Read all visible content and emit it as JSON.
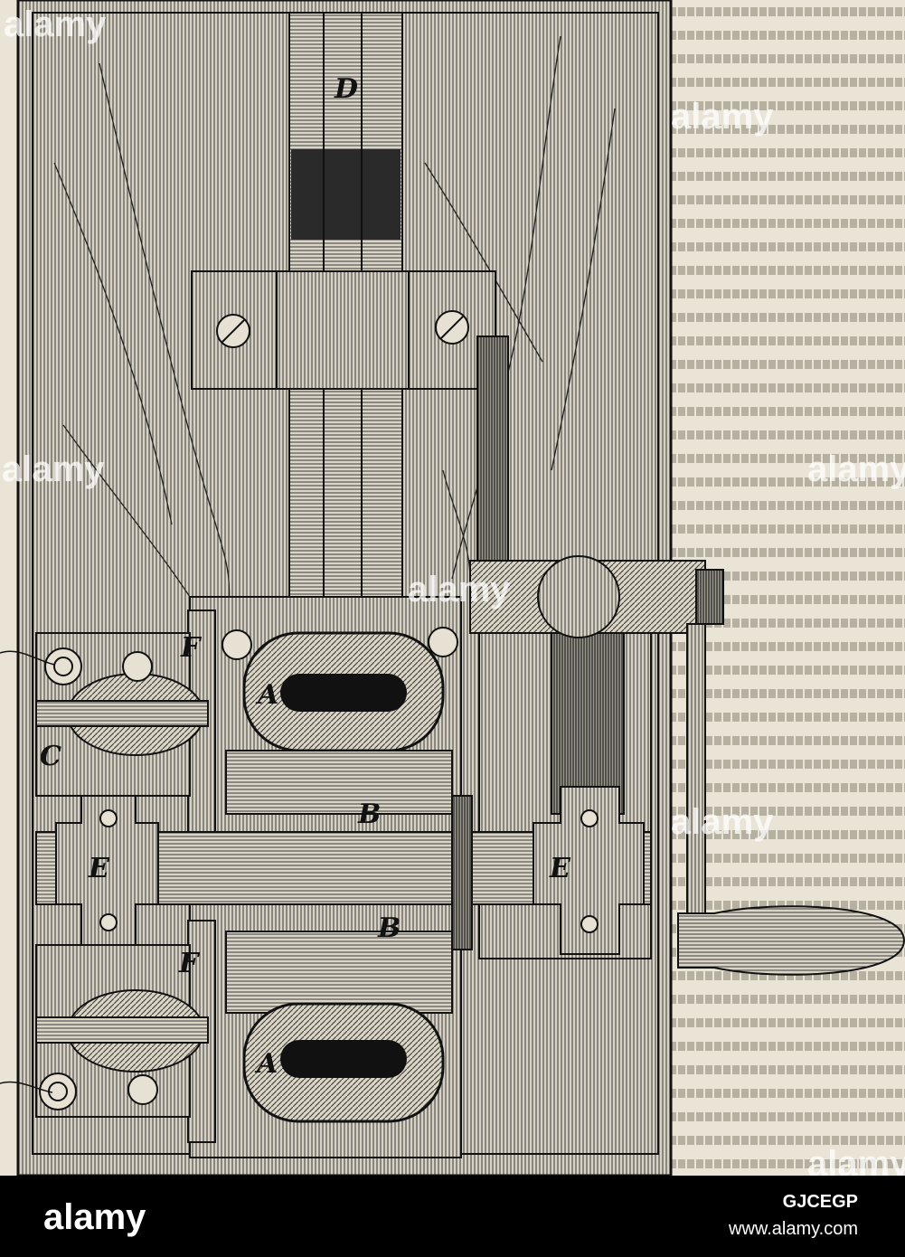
{
  "figure": {
    "labels": {
      "D": "D",
      "A_top": "A",
      "A_bottom": "A",
      "B_top": "B",
      "B_bottom": "B",
      "E_left": "E",
      "E_right": "E",
      "F_top": "F",
      "F_bottom": "F",
      "C": "C"
    }
  },
  "watermark": {
    "text": "alamy",
    "color": "#ffffff"
  },
  "footer": {
    "logo": "alamy",
    "image_id": "GJCEGP",
    "url": "www.alamy.com",
    "background": "#000000"
  }
}
